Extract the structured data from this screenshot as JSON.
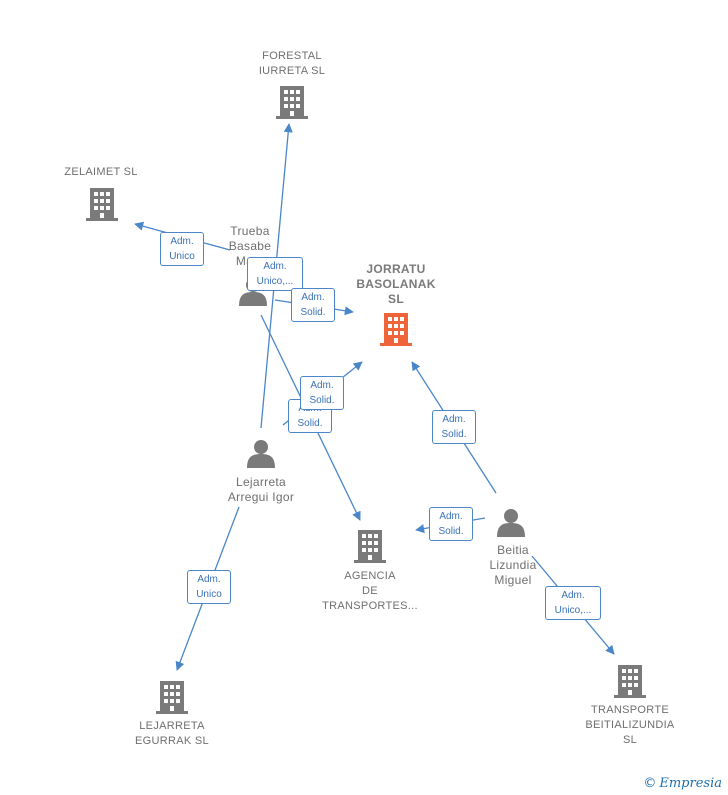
{
  "colors": {
    "edge": "#4a86c8",
    "node": "#7a7a7a",
    "main": "#f0643a"
  },
  "nodes": {
    "forestal": {
      "label_line1": "FORESTAL",
      "label_line2": "IURRETA  SL",
      "icon": "building-icon"
    },
    "zelaimet": {
      "label_line1": "ZELAIMET  SL",
      "icon": "building-icon"
    },
    "jorratu": {
      "label_line1": "JORRATU",
      "label_line2": "BASOLANAK",
      "label_line3": "SL",
      "icon": "building-icon-highlight"
    },
    "trueba": {
      "label_line1": "Trueba",
      "label_line2": "Basabe",
      "label_line3": "Ma...",
      "icon": "person-icon"
    },
    "lejarreta_person": {
      "label_line1": "Lejarreta",
      "label_line2": "Arregui Igor",
      "icon": "person-icon"
    },
    "agencia": {
      "label_line1": "AGENCIA",
      "label_line2": "DE",
      "label_line3": "TRANSPORTES...",
      "icon": "building-icon"
    },
    "beitia": {
      "label_line1": "Beitia",
      "label_line2": "Lizundia",
      "label_line3": "Miguel",
      "icon": "person-icon"
    },
    "lejarreta_egurrak": {
      "label_line1": "LEJARRETA",
      "label_line2": "EGURRAK SL",
      "icon": "building-icon"
    },
    "transporte": {
      "label_line1": "TRANSPORTE",
      "label_line2": "BEITIALIZUNDIA",
      "label_line3": "SL",
      "icon": "building-icon"
    }
  },
  "edges": {
    "e1": {
      "line1": "Adm.",
      "line2": "Unico"
    },
    "e2": {
      "line1": "Adm.",
      "line2": "Unico,..."
    },
    "e3": {
      "line1": "Adm.",
      "line2": "Solid."
    },
    "e4": {
      "line1": "Adm.",
      "line2": "Solid."
    },
    "e5": {
      "line1": "Adm.",
      "line2": "Solid."
    },
    "e6": {
      "line1": "Adm.",
      "line2": "Solid."
    },
    "e7": {
      "line1": "Adm.",
      "line2": "Solid."
    },
    "e8": {
      "line1": "Adm.",
      "line2": "Unico"
    },
    "e9": {
      "line1": "Adm.",
      "line2": "Unico,..."
    }
  },
  "watermark": {
    "copyright": "©",
    "brand": "Empresia"
  }
}
